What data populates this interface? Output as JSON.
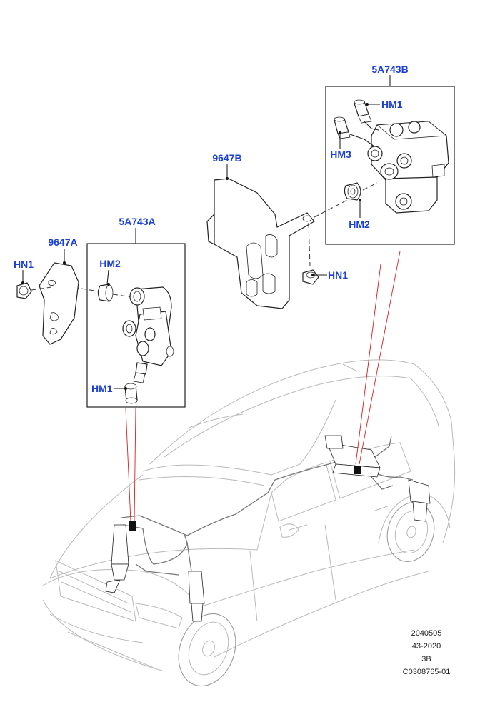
{
  "callouts": {
    "box_b": "5A743B",
    "hm1_b": "HM1",
    "hm3_b": "HM3",
    "hm2_b": "HM2",
    "bracket_b": "9647B",
    "hn1_b": "HN1",
    "box_a": "5A743A",
    "bracket_a": "9647A",
    "hn1_a": "HN1",
    "hm2_a": "HM2",
    "hm1_a": "HM1"
  },
  "footer": {
    "line1": "2040505",
    "line2": "43-2020",
    "line3": "3B",
    "line4": "C0308765-01"
  },
  "colors": {
    "callout": "#1a3fd6",
    "leader": "#222222",
    "locator": "#d62020",
    "vehicle_outline": "#b9b9b9"
  }
}
